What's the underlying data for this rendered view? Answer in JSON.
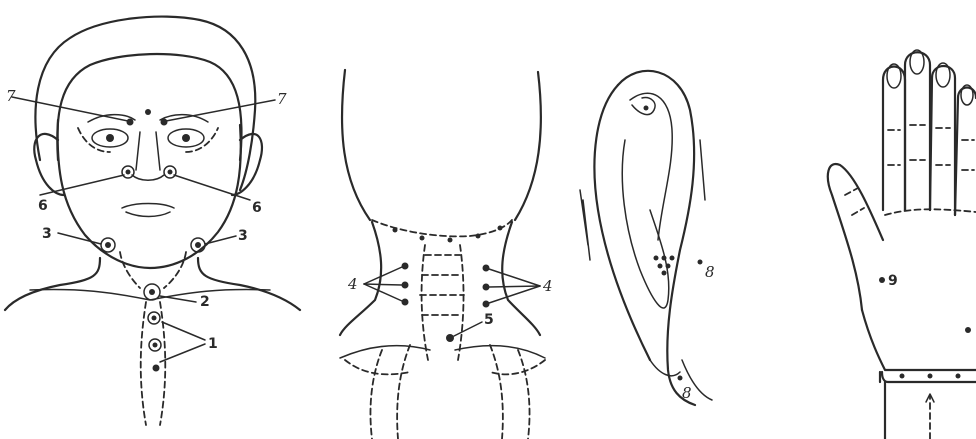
{
  "labels": {
    "face": {
      "n1": "1",
      "n2": "2",
      "n3_left": "3",
      "n3_right": "3",
      "n6_left": "6",
      "n6_right": "6",
      "n7_left": "7",
      "n7_right": "7"
    },
    "neck": {
      "n4_left": "4",
      "n4_right": "4",
      "n5": "5"
    },
    "ear": {
      "n8_top": "8",
      "n8_bottom": "8"
    },
    "hand": {
      "n9": "9"
    }
  },
  "colors": {
    "ink": "#2a2a2a",
    "paper": "#ffffff"
  }
}
